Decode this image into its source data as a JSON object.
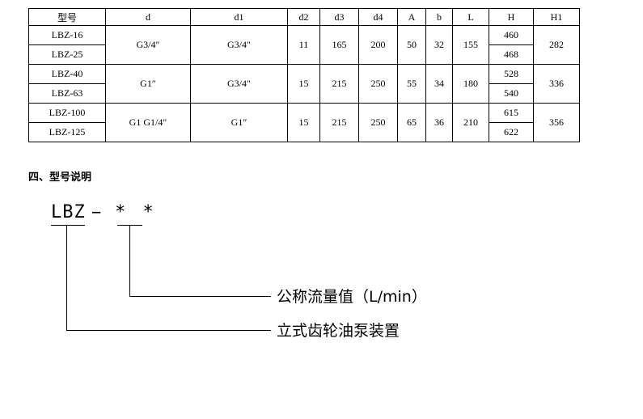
{
  "table": {
    "headers": [
      "型号",
      "d",
      "d1",
      "d2",
      "d3",
      "d4",
      "A",
      "b",
      "L",
      "H",
      "H1"
    ],
    "groups": [
      {
        "models": [
          "LBZ-16",
          "LBZ-25"
        ],
        "d": "G3/4″",
        "d1": "G3/4″",
        "d2": "11",
        "d3": "165",
        "d4": "200",
        "A": "50",
        "b": "32",
        "L": "155",
        "H": [
          "460",
          "468"
        ],
        "H1": "282"
      },
      {
        "models": [
          "LBZ-40",
          "LBZ-63"
        ],
        "d": "G1″",
        "d1": "G3/4″",
        "d2": "15",
        "d3": "215",
        "d4": "250",
        "A": "55",
        "b": "34",
        "L": "180",
        "H": [
          "528",
          "540"
        ],
        "H1": "336"
      },
      {
        "models": [
          "LBZ-100",
          "LBZ-125"
        ],
        "d": "G1 G1/4″",
        "d1": "G1″",
        "d2": "15",
        "d3": "215",
        "d4": "250",
        "A": "65",
        "b": "36",
        "L": "210",
        "H": [
          "615",
          "622"
        ],
        "H1": "356"
      }
    ]
  },
  "section_heading": "四、型号说明",
  "diagram": {
    "code": "LBZ",
    "dash": "−",
    "stars": "* *",
    "flow_label": "公称流量值（L/min）",
    "device_label": "立式齿轮油泵装置"
  }
}
